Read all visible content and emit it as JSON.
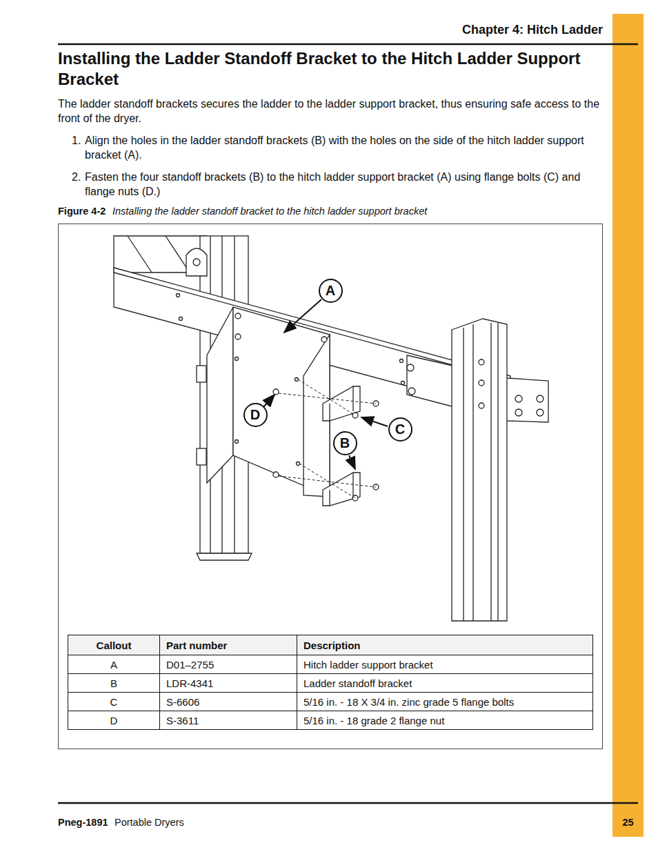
{
  "diagram": {
    "title": "Installing the Ladder Standoff Bracket to the Hitch Ladder Support Bracket",
    "caption": "Installing the ladder standoff bracket to the hitch ladder support bracket",
    "nodes": [
      {
        "text": [
          "A"
        ]
      },
      {
        "text": [
          "D"
        ]
      },
      {
        "text": [
          "C"
        ]
      },
      {
        "text": [
          "B"
        ]
      }
    ],
    "labels": [
      "Chapter 4: Hitch Ladder",
      "The ladder standoff brackets secures the ladder to the ladder support bracket, thus ensuring safe access to the front of the dryer.",
      "1.",
      "Align the holes in the ladder standoff brackets (B) with the holes on the side of the hitch ladder support bracket (A).",
      "2.",
      "Fasten the four standoff brackets (B) to the hitch ladder support bracket (A) using flange bolts (C) and flange nuts (D.)",
      "Figure 4-2",
      "Callout",
      "Part number",
      "Description",
      "A",
      "D01–2755",
      "Hitch ladder support bracket",
      "B",
      "LDR-4341",
      "Ladder standoff bracket",
      "C",
      "S-6606",
      "5/16 in. - 18 X 3/4 in. zinc grade 5 flange bolts",
      "D",
      "S-3611",
      "5/16 in. - 18 grade 2 flange nut",
      "Pneg-1891",
      "Portable Dryers",
      "25"
    ]
  }
}
